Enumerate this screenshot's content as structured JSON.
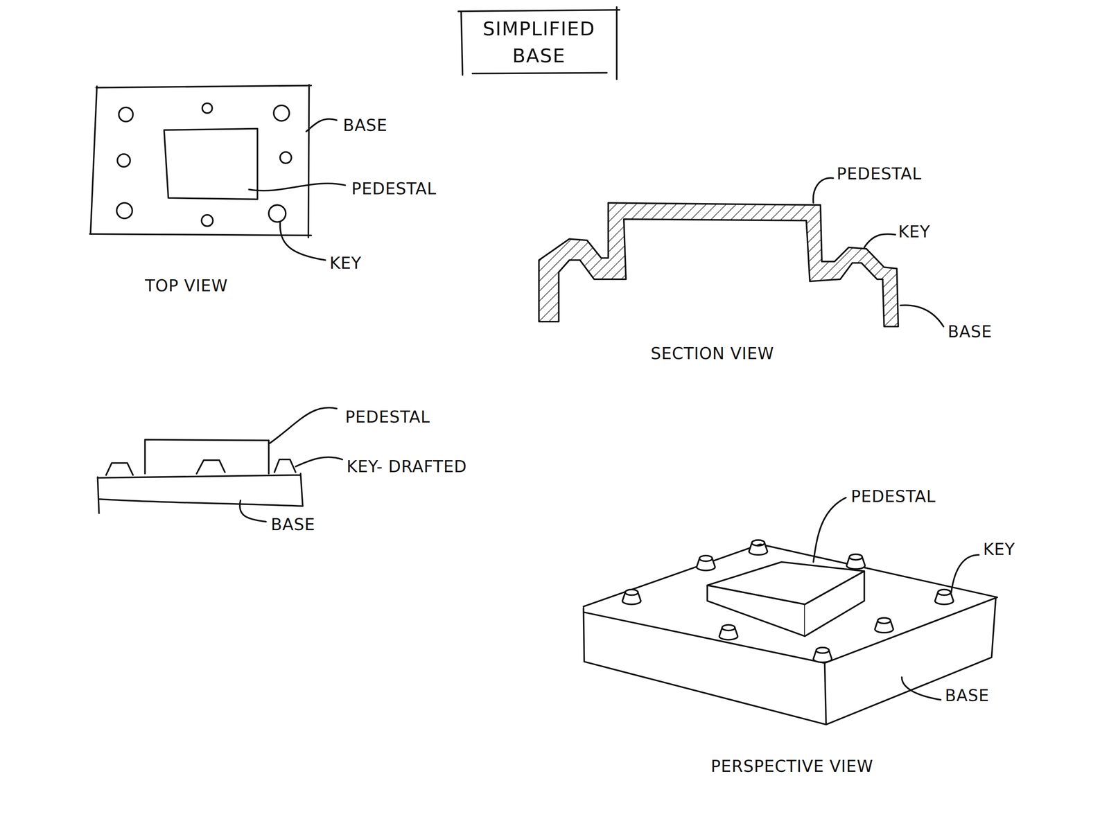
{
  "diagram": {
    "title": "SIMPLIFIED BASE",
    "labels": [
      "BASE",
      "PEDESTAL",
      "KEY",
      "TOP VIEW",
      "PEDESTAL",
      "KEY",
      "BASE",
      "SECTION VIEW",
      "PEDESTAL",
      "KEY- DRAFTED",
      "BASE",
      "PEDESTAL",
      "KEY",
      "BASE",
      "PERSPECTIVE VIEW"
    ]
  }
}
